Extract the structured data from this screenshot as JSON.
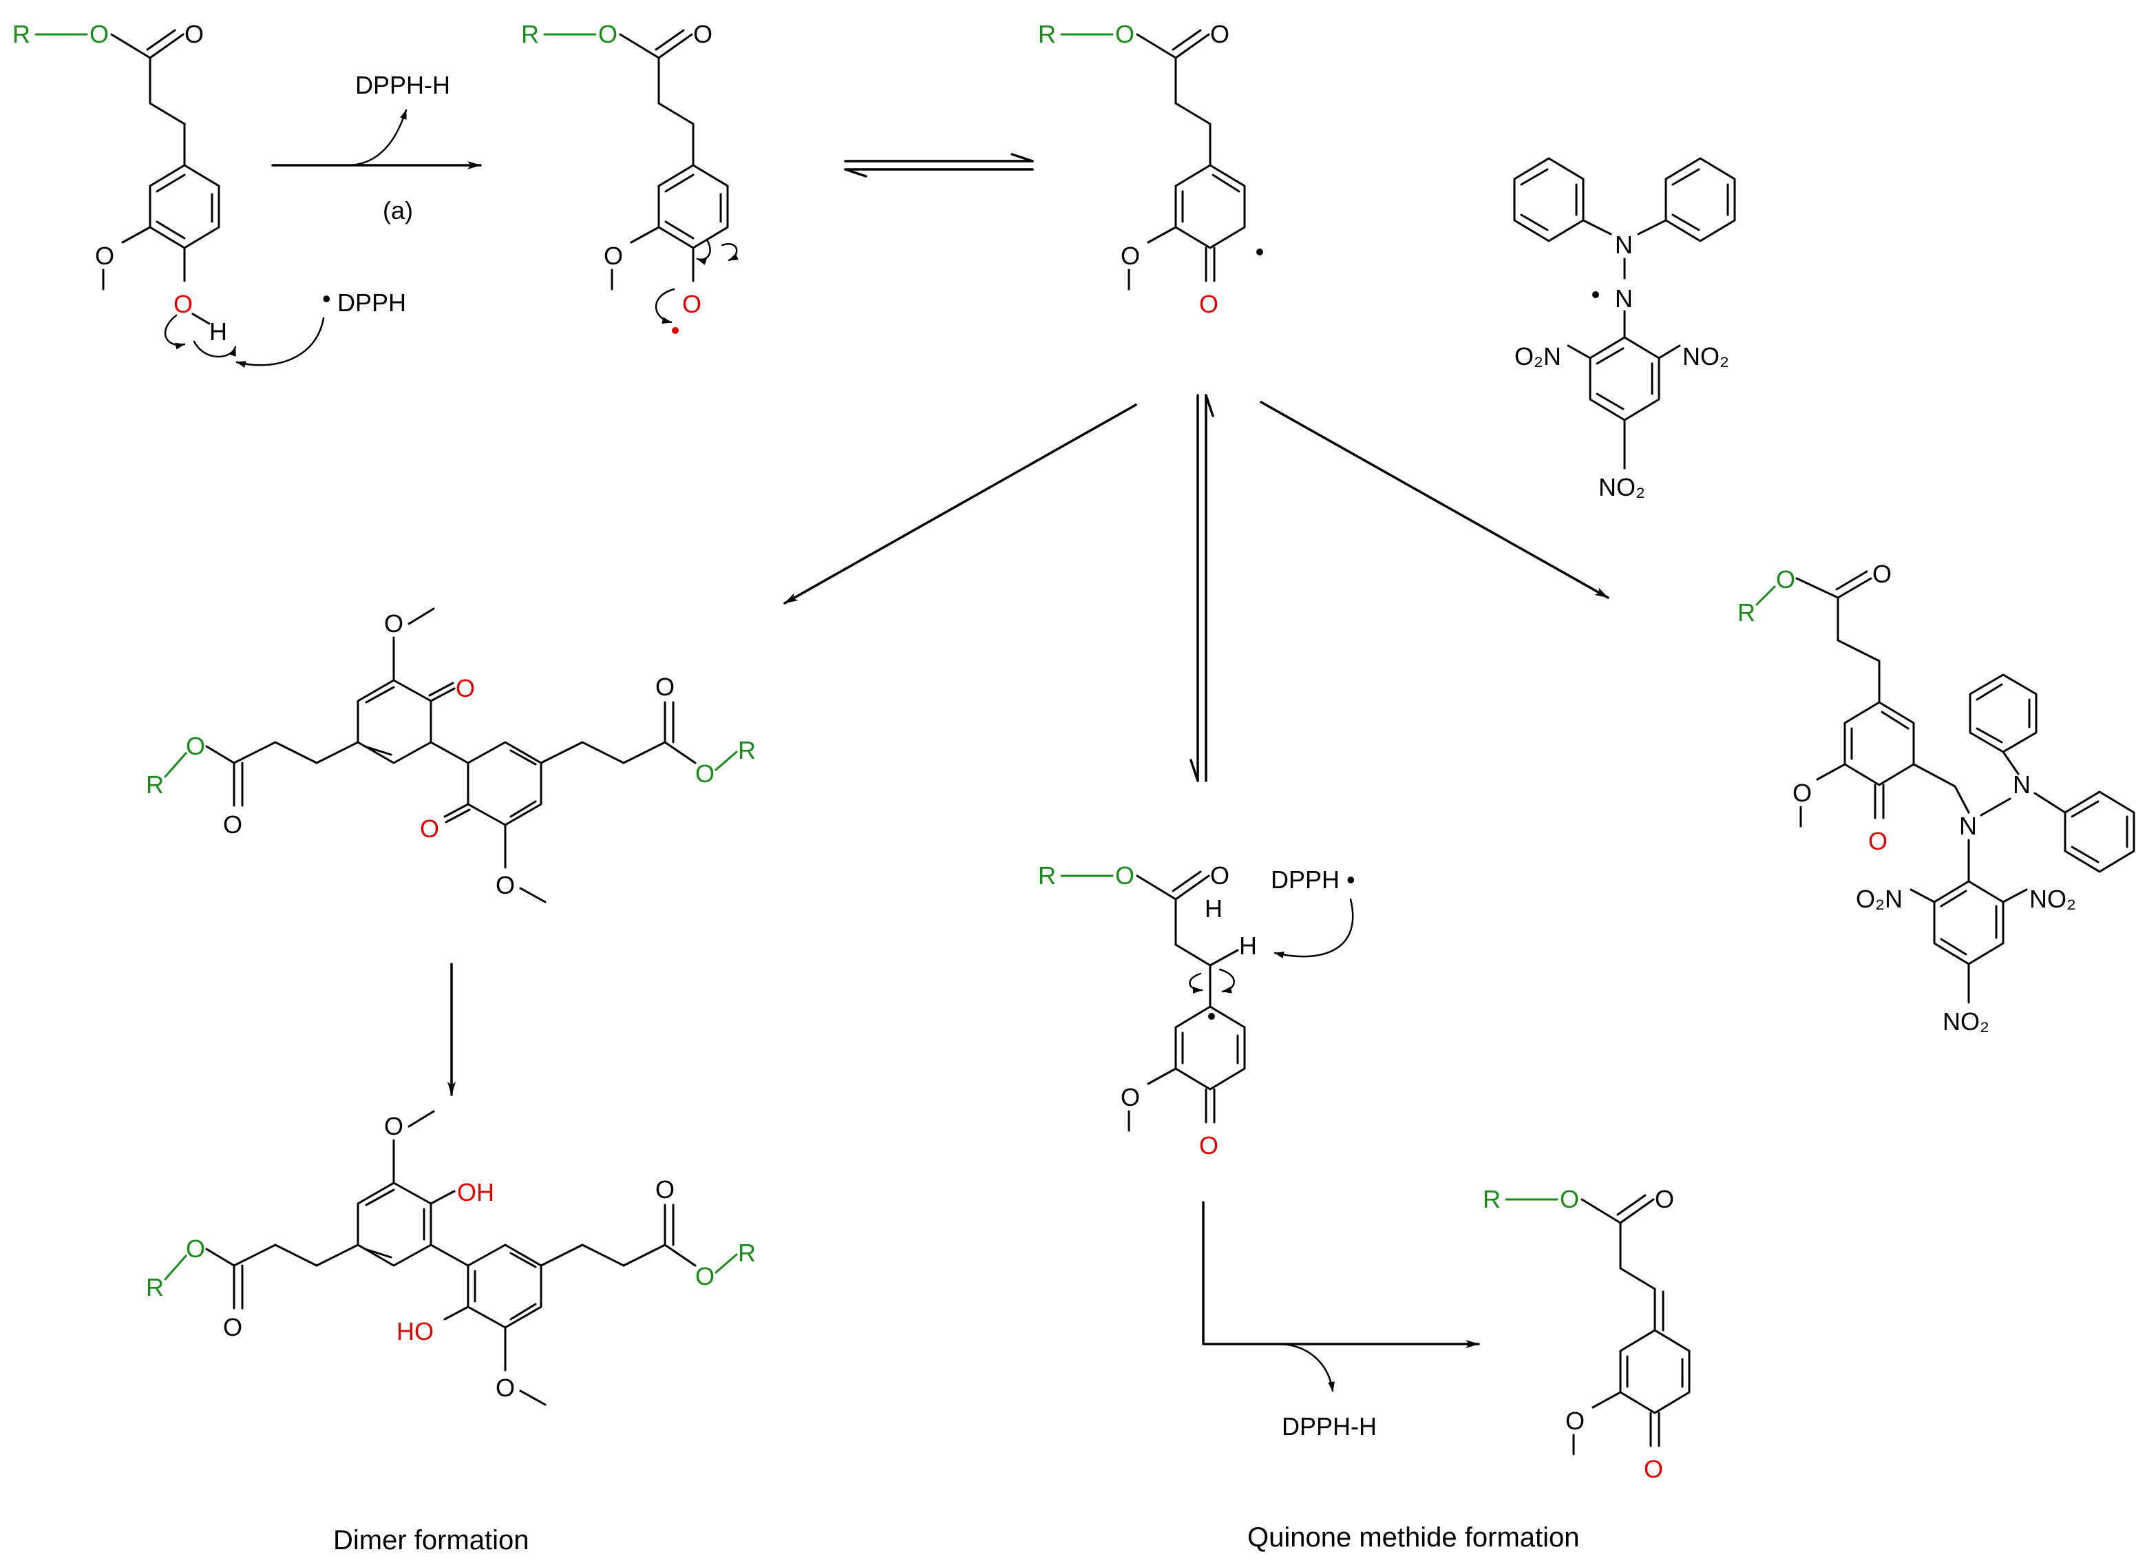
{
  "colors": {
    "r_group": "#1a8a1a",
    "oxygen": "#e00000",
    "bonds": "#000000"
  },
  "atoms": {
    "R": "R",
    "O": "O",
    "H": "H",
    "OH": "OH",
    "HO": "HO",
    "N": "N",
    "O2N": "O₂N",
    "NO2": "NO₂"
  },
  "reagents": {
    "dpph_h": "DPPH-H",
    "dpph": "DPPH",
    "dpph_radical": "DPPH •",
    "step_a": "(a)"
  },
  "captions": {
    "dimer": "Dimer formation",
    "quinone": "Quinone methide formation"
  }
}
